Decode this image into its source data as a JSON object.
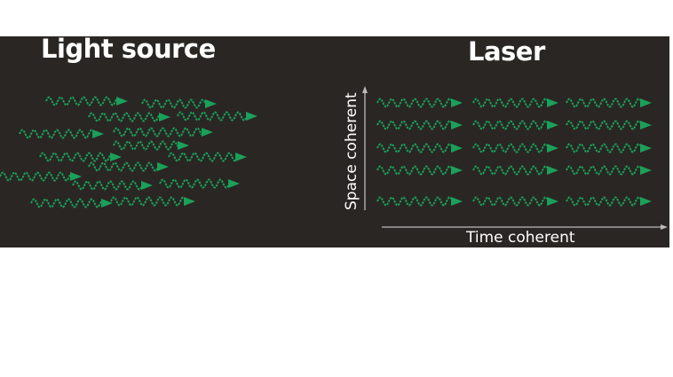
{
  "panel": {
    "left_title": "Light source",
    "right_title": "Laser",
    "x_axis_label": "Time coherent",
    "y_axis_label": "Space coherent"
  },
  "colors": {
    "background": "#2a2623",
    "wave": "#1aa05a",
    "axis": "#bbbbbb",
    "text": "#ffffff"
  }
}
